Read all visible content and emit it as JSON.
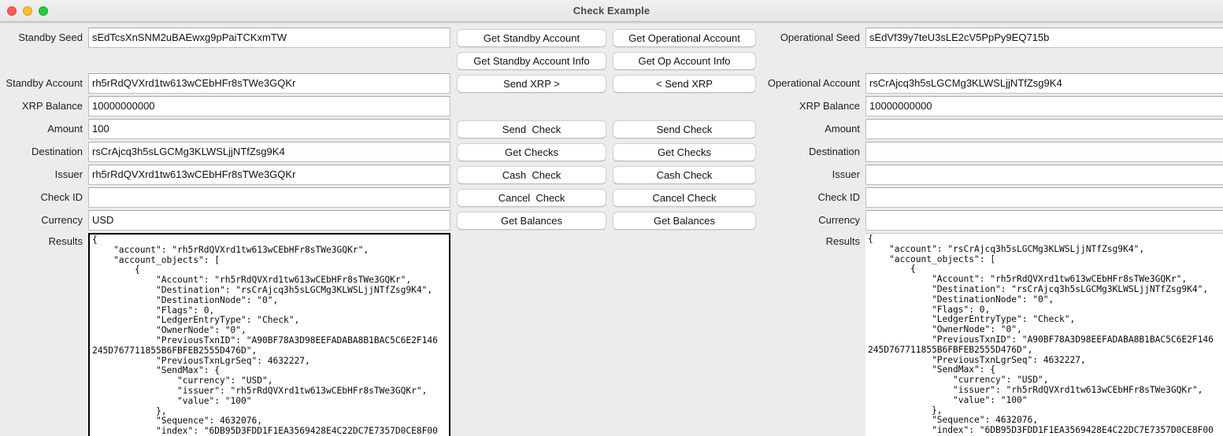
{
  "window": {
    "title": "Check Example",
    "traffic_lights": [
      {
        "name": "close",
        "color": "#ff5f57"
      },
      {
        "name": "minimize",
        "color": "#febc2e"
      },
      {
        "name": "maximize",
        "color": "#28c840"
      }
    ]
  },
  "standby": {
    "seed_label": "Standby Seed",
    "seed_value": "sEdTcsXnSNM2uBAEwxg9pPaiTCKxmTW",
    "account_label": "Standby Account",
    "account_value": "rh5rRdQVXrd1tw613wCEbHFr8sTWe3GQKr",
    "balance_label": "XRP Balance",
    "balance_value": "10000000000",
    "amount_label": "Amount",
    "amount_value": "100",
    "destination_label": "Destination",
    "destination_value": "rsCrAjcq3h5sLGCMg3KLWSLjjNTfZsg9K4",
    "issuer_label": "Issuer",
    "issuer_value": "rh5rRdQVXrd1tw613wCEbHFr8sTWe3GQKr",
    "checkid_label": "Check ID",
    "checkid_value": "",
    "currency_label": "Currency",
    "currency_value": "USD",
    "results_label": "Results",
    "results_value": "{\n    \"account\": \"rh5rRdQVXrd1tw613wCEbHFr8sTWe3GQKr\",\n    \"account_objects\": [\n        {\n            \"Account\": \"rh5rRdQVXrd1tw613wCEbHFr8sTWe3GQKr\",\n            \"Destination\": \"rsCrAjcq3h5sLGCMg3KLWSLjjNTfZsg9K4\",\n            \"DestinationNode\": \"0\",\n            \"Flags\": 0,\n            \"LedgerEntryType\": \"Check\",\n            \"OwnerNode\": \"0\",\n            \"PreviousTxnID\": \"A90BF78A3D98EEFADABA8B1BAC5C6E2F146\n245D767711855B6FBFEB2555D476D\",\n            \"PreviousTxnLgrSeq\": 4632227,\n            \"SendMax\": {\n                \"currency\": \"USD\",\n                \"issuer\": \"rh5rRdQVXrd1tw613wCEbHFr8sTWe3GQKr\",\n                \"value\": \"100\"\n            },\n            \"Sequence\": 4632076,\n            \"index\": \"6DB95D3FDD1F1EA3569428E4C22DC7E7357D0CE8F00"
  },
  "operational": {
    "seed_label": "Operational Seed",
    "seed_value": "sEdVf39y7teU3sLE2cV5PpPy9EQ715b",
    "account_label": "Operational Account",
    "account_value": "rsCrAjcq3h5sLGCMg3KLWSLjjNTfZsg9K4",
    "balance_label": "XRP Balance",
    "balance_value": "10000000000",
    "amount_label": "Amount",
    "amount_value": "",
    "destination_label": "Destination",
    "destination_value": "",
    "issuer_label": "Issuer",
    "issuer_value": "",
    "checkid_label": "Check ID",
    "checkid_value": "",
    "currency_label": "Currency",
    "currency_value": "",
    "results_label": "Results",
    "results_value": "{\n    \"account\": \"rsCrAjcq3h5sLGCMg3KLWSLjjNTfZsg9K4\",\n    \"account_objects\": [\n        {\n            \"Account\": \"rh5rRdQVXrd1tw613wCEbHFr8sTWe3GQKr\",\n            \"Destination\": \"rsCrAjcq3h5sLGCMg3KLWSLjjNTfZsg9K4\",\n            \"DestinationNode\": \"0\",\n            \"Flags\": 0,\n            \"LedgerEntryType\": \"Check\",\n            \"OwnerNode\": \"0\",\n            \"PreviousTxnID\": \"A90BF78A3D98EEFADABA8B1BAC5C6E2F146\n245D767711855B6FBFEB2555D476D\",\n            \"PreviousTxnLgrSeq\": 4632227,\n            \"SendMax\": {\n                \"currency\": \"USD\",\n                \"issuer\": \"rh5rRdQVXrd1tw613wCEbHFr8sTWe3GQKr\",\n                \"value\": \"100\"\n            },\n            \"Sequence\": 4632076,\n            \"index\": \"6DB95D3FDD1F1EA3569428E4C22DC7E7357D0CE8F00"
  },
  "buttons": {
    "col_left": {
      "r1": "Get Standby Account",
      "r2": "Get Standby Account Info",
      "r3": "Send XRP >",
      "r4": "",
      "r5": "Send  Check",
      "r6": "Get Checks",
      "r7": "Cash  Check",
      "r8": "Cancel  Check",
      "r9": "Get Balances"
    },
    "col_right": {
      "r1": "Get Operational Account",
      "r2": "Get Op Account Info",
      "r3": "< Send XRP",
      "r4": "",
      "r5": "Send Check",
      "r6": "Get Checks",
      "r7": "Cash Check",
      "r8": "Cancel Check",
      "r9": "Get Balances"
    }
  }
}
